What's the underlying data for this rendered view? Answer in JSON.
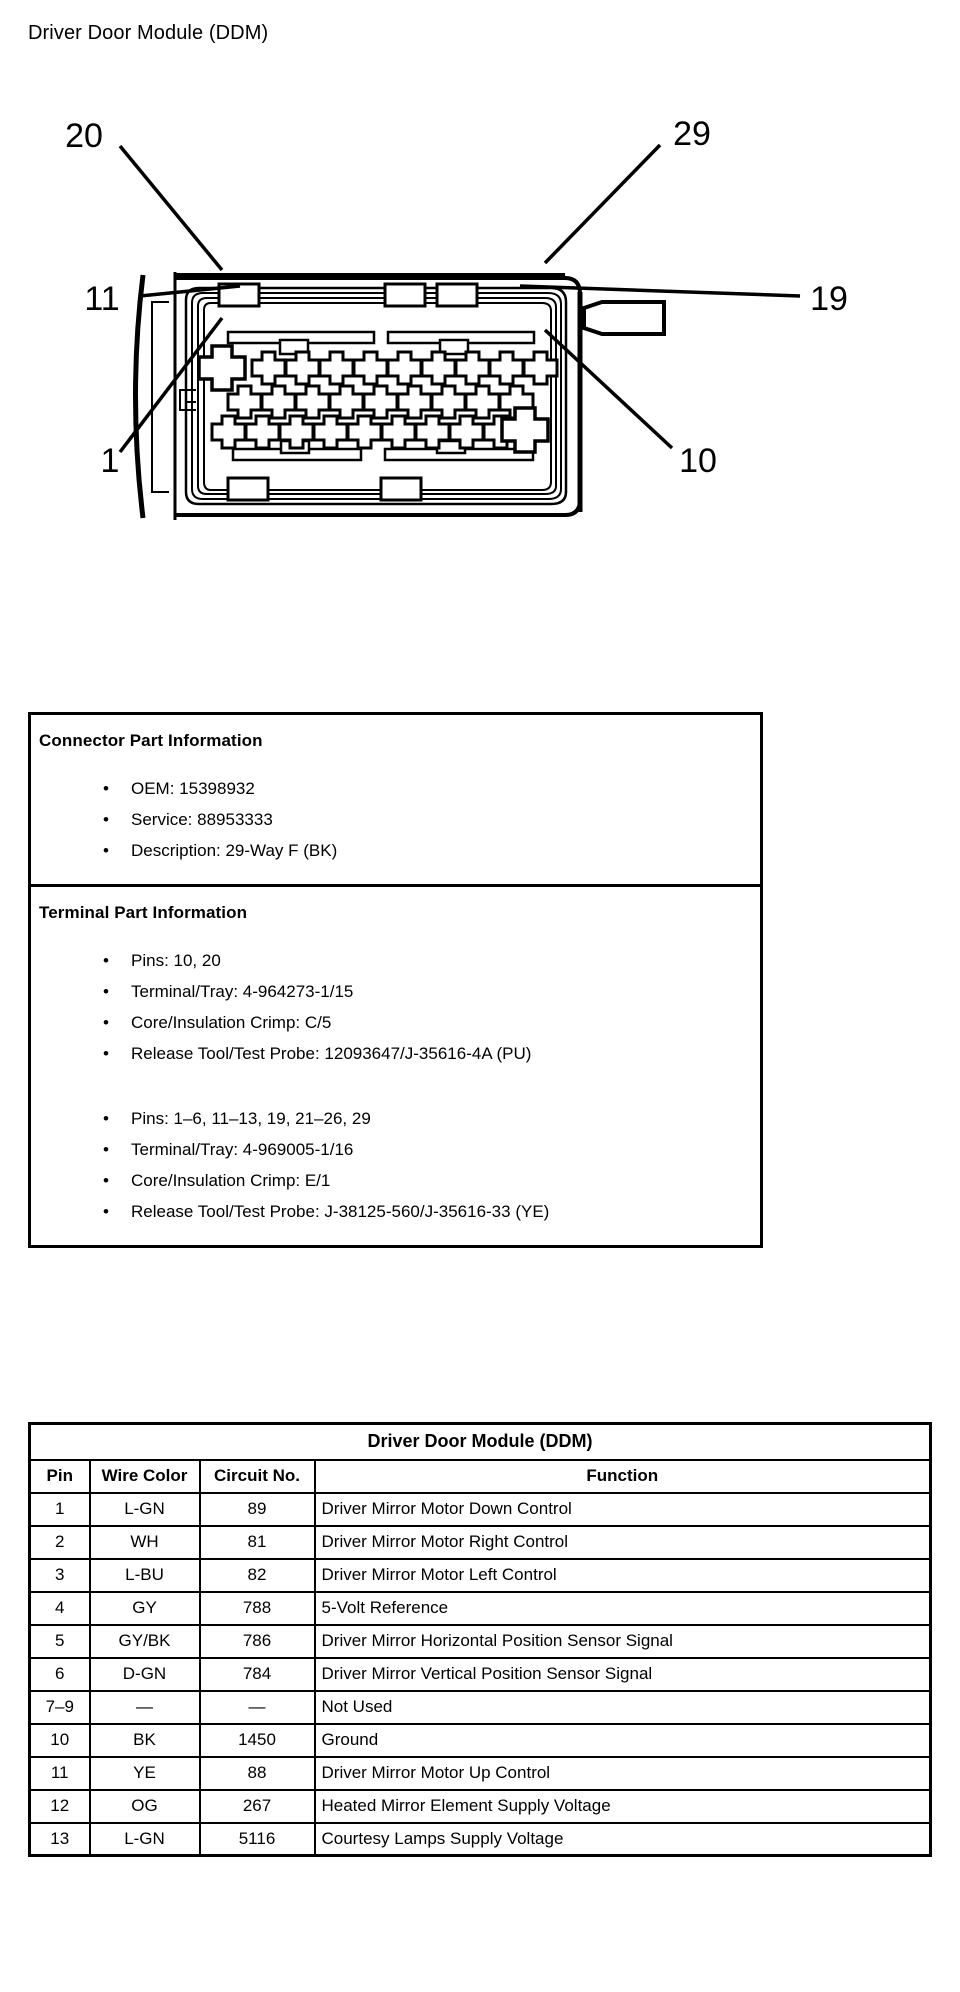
{
  "page": {
    "title": "Driver Door Module (DDM)"
  },
  "diagram": {
    "name": "ddm-connector-face-view",
    "callouts": [
      {
        "label": "20",
        "position": "top-left"
      },
      {
        "label": "29",
        "position": "top-right"
      },
      {
        "label": "11",
        "position": "middle-left"
      },
      {
        "label": "19",
        "position": "middle-right"
      },
      {
        "label": "1",
        "position": "bottom-left"
      },
      {
        "label": "10",
        "position": "bottom-right"
      }
    ],
    "cavity_rows": [
      {
        "row": "top",
        "count": 10,
        "large_pin_index": 0
      },
      {
        "row": "middle",
        "count": 9,
        "large_pin_index": -1
      },
      {
        "row": "bottom",
        "count": 10,
        "large_pin_index": 9
      }
    ]
  },
  "connector_part_information": {
    "heading": "Connector Part Information",
    "items": [
      "OEM: 15398932",
      "Service: 88953333",
      "Description: 29-Way F (BK)"
    ]
  },
  "terminal_part_information": {
    "heading": "Terminal Part Information",
    "group_one": [
      "Pins: 10, 20",
      "Terminal/Tray: 4-964273-1/15",
      "Core/Insulation Crimp: C/5",
      "Release Tool/Test Probe: 12093647/J-35616-4A (PU)"
    ],
    "group_two": [
      "Pins: 1–6, 11–13, 19, 21–26, 29",
      "Terminal/Tray: 4-969005-1/16",
      "Core/Insulation Crimp: E/1",
      "Release Tool/Test Probe: J-38125-560/J-35616-33 (YE)"
    ]
  },
  "pin_table": {
    "title": "Driver Door Module (DDM)",
    "columns": [
      "Pin",
      "Wire Color",
      "Circuit No.",
      "Function"
    ],
    "rows": [
      {
        "pin": "1",
        "wire_color": "L-GN",
        "circuit_no": "89",
        "function": "Driver Mirror Motor Down Control"
      },
      {
        "pin": "2",
        "wire_color": "WH",
        "circuit_no": "81",
        "function": "Driver Mirror Motor Right Control"
      },
      {
        "pin": "3",
        "wire_color": "L-BU",
        "circuit_no": "82",
        "function": "Driver Mirror Motor Left Control"
      },
      {
        "pin": "4",
        "wire_color": "GY",
        "circuit_no": "788",
        "function": "5-Volt Reference"
      },
      {
        "pin": "5",
        "wire_color": "GY/BK",
        "circuit_no": "786",
        "function": "Driver Mirror Horizontal Position Sensor Signal"
      },
      {
        "pin": "6",
        "wire_color": "D-GN",
        "circuit_no": "784",
        "function": "Driver Mirror Vertical Position Sensor Signal"
      },
      {
        "pin": "7–9",
        "wire_color": "—",
        "circuit_no": "—",
        "function": "Not Used"
      },
      {
        "pin": "10",
        "wire_color": "BK",
        "circuit_no": "1450",
        "function": "Ground"
      },
      {
        "pin": "11",
        "wire_color": "YE",
        "circuit_no": "88",
        "function": "Driver Mirror Motor Up Control"
      },
      {
        "pin": "12",
        "wire_color": "OG",
        "circuit_no": "267",
        "function": "Heated Mirror Element Supply Voltage"
      },
      {
        "pin": "13",
        "wire_color": "L-GN",
        "circuit_no": "5116",
        "function": "Courtesy Lamps Supply Voltage"
      }
    ]
  }
}
